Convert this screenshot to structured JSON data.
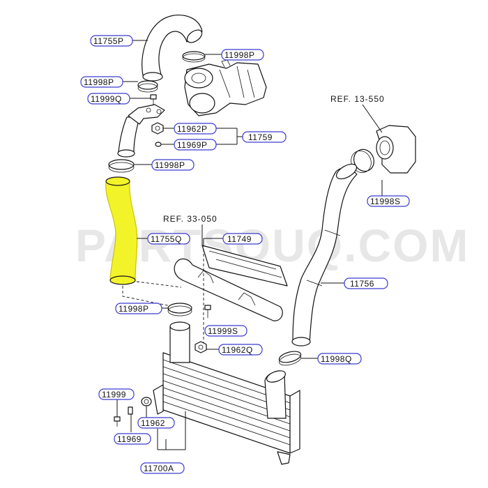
{
  "watermark": "PARTSOUQ.COM",
  "refs": {
    "ref_13_550": "REF. 13-550",
    "ref_33_050": "REF. 33-050"
  },
  "callouts": {
    "c_11755P": "11755P",
    "c_11998P_top": "11998P",
    "c_11998P_left": "11998P",
    "c_11999Q": "11999Q",
    "c_11962P": "11962P",
    "c_11969P": "11969P",
    "c_11759": "11759",
    "c_11998P_mid": "11998P",
    "c_11998S": "11998S",
    "c_11755Q": "11755Q",
    "c_11749": "11749",
    "c_11756": "11756",
    "c_11998P_low": "11998P",
    "c_11999S": "11999S",
    "c_11962Q": "11962Q",
    "c_11998Q": "11998Q",
    "c_11999": "11999",
    "c_11962": "11962",
    "c_11969": "11969",
    "c_11700A": "11700A"
  },
  "highlight_color": "#f3f32a",
  "callout_border_color": "#3b3bd0"
}
